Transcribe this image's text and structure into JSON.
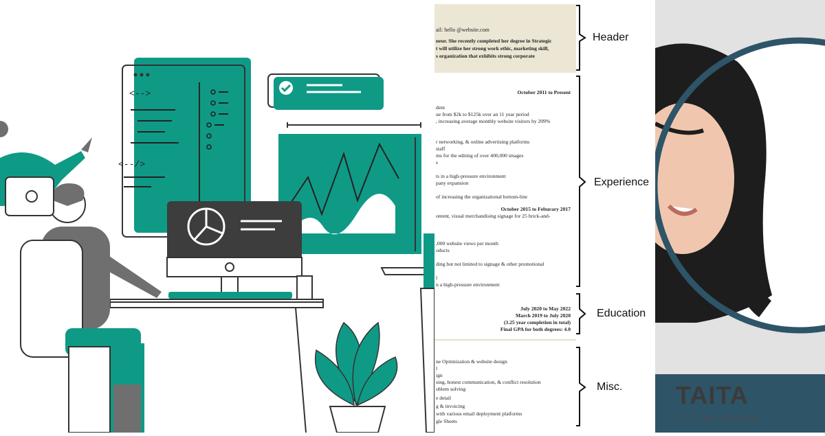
{
  "resume": {
    "header_lines": [
      "ail: hello  @website.com",
      "neur. She recently completed her degree in Strategic",
      "t will utilize her strong work ethic, marketing skill,",
      "s organization that exhibits strong corporate"
    ],
    "experience_lines": [
      {
        "text": "October 2011 to Present",
        "align": "right"
      },
      {
        "text": "dent",
        "align": "left"
      },
      {
        "text": "ue from $2k to $125k over an 11 year period",
        "align": "left"
      },
      {
        "text": ", increasing average monthly website visitors by 209%",
        "align": "left"
      },
      {
        "text": "r networking, & online advertising platforms",
        "align": "left"
      },
      {
        "text": "staff",
        "align": "left"
      },
      {
        "text": "ms for the editing of over 400,000 images",
        "align": "left"
      },
      {
        "text": "s",
        "align": "left"
      },
      {
        "text": "ts in a high-pressure environment",
        "align": "left"
      },
      {
        "text": "pany expansion",
        "align": "left"
      },
      {
        "text": "of increasing the organizational bottom-line",
        "align": "left"
      },
      {
        "text": "October 2015 to Feburary 2017",
        "align": "right"
      },
      {
        "text": "ontent, visual merchandising signage for 25 brick-and-",
        "align": "left"
      },
      {
        "text": ",000 website views per month",
        "align": "left"
      },
      {
        "text": "oducts",
        "align": "left"
      },
      {
        "text": "ding but not limited to signage & other promotional",
        "align": "left"
      },
      {
        "text": "l",
        "align": "left"
      },
      {
        "text": "n a high-pressure environment",
        "align": "left"
      }
    ],
    "education_lines": [
      "July 2020 to May 2022",
      "March 2019 to July 2020",
      "(3.25 year completion in total)",
      "Final GPA for both degrees: 4.0"
    ],
    "misc_lines": [
      "ne Optimization & website design",
      "l",
      "ign",
      "sing, honest communication, & conflict resolution",
      "oblem solving",
      "e detail",
      "g & invoicing",
      "with various email deployment platforms",
      "gle Sheets"
    ]
  },
  "section_labels": {
    "header": "Header",
    "experience": "Experience",
    "education": "Education",
    "misc": "Misc."
  },
  "logo": {
    "name": "TAITA",
    "subtitle": "Silicon Valley"
  },
  "colors": {
    "teal": "#0f9a86",
    "gray": "#6f6f6f",
    "dark": "#3d3d3d",
    "cream": "#ece6d4",
    "ring": "#2e5468"
  },
  "icons": [
    "code-screen-icon",
    "checkmark-icon",
    "pie-chart-icon",
    "line-chart-icon",
    "plant-icon"
  ]
}
